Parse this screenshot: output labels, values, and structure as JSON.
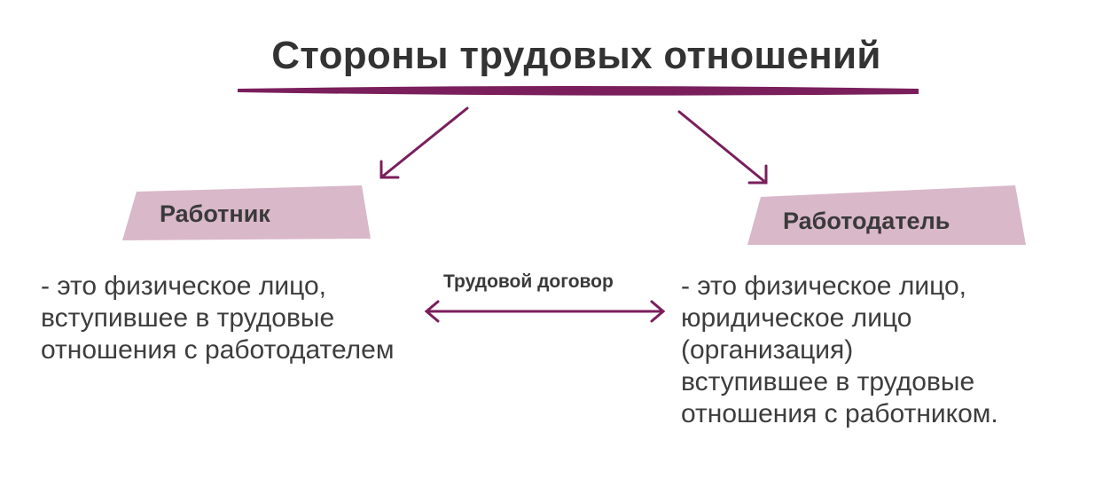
{
  "title": "Стороны трудовых отношений",
  "colors": {
    "accent": "#7a1f5c",
    "box_fill": "#d9b8c9",
    "text": "#3a3a3a"
  },
  "employee": {
    "label": "Работник",
    "description": [
      "- это физическое лицо,",
      "вступившее в трудовые",
      "отношения с работодателем"
    ]
  },
  "employer": {
    "label": "Работодатель",
    "description": [
      "- это физическое лицо,",
      "юридическое лицо",
      "(организация)",
      "вступившее в трудовые",
      "отношения с работником."
    ]
  },
  "contract": {
    "label": "Трудовой договор"
  }
}
